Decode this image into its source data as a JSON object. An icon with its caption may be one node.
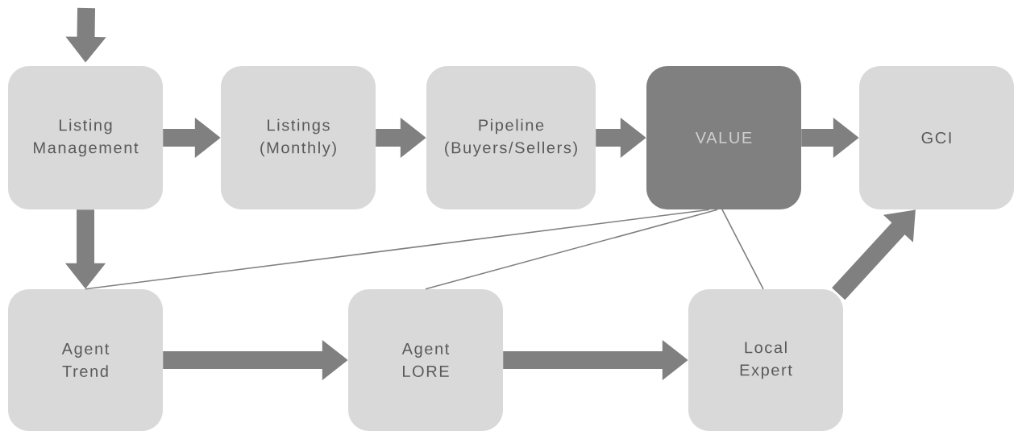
{
  "diagram": {
    "nodes": [
      {
        "text": [
          "Listing Management"
        ]
      },
      {
        "text": [
          "Listings (Monthly)"
        ]
      },
      {
        "text": [
          "Pipeline (Buyers/Sellers)"
        ]
      },
      {
        "text": [
          "VALUE"
        ]
      },
      {
        "text": [
          "GCI"
        ]
      },
      {
        "text": [
          "Agent Trend"
        ]
      },
      {
        "text": [
          "Agent LORE"
        ]
      },
      {
        "text": [
          "Local Expert"
        ]
      }
    ],
    "edges": [
      {
        "from": null,
        "to": 0,
        "arrow": "to"
      },
      {
        "from": 0,
        "to": 1,
        "arrow": "to"
      },
      {
        "from": 1,
        "to": 2,
        "arrow": "to"
      },
      {
        "from": 2,
        "to": 3,
        "arrow": "to"
      },
      {
        "from": 3,
        "to": 4,
        "arrow": "to"
      },
      {
        "from": 0,
        "to": 5,
        "arrow": "to"
      },
      {
        "from": 5,
        "to": 6,
        "arrow": "to"
      },
      {
        "from": 6,
        "to": 7,
        "arrow": "to"
      },
      {
        "from": 7,
        "to": 4,
        "arrow": "to"
      },
      {
        "from": 3,
        "to": 5,
        "arrow": "none"
      },
      {
        "from": 3,
        "to": 6,
        "arrow": "none"
      },
      {
        "from": 3,
        "to": 7,
        "arrow": "none"
      }
    ]
  }
}
